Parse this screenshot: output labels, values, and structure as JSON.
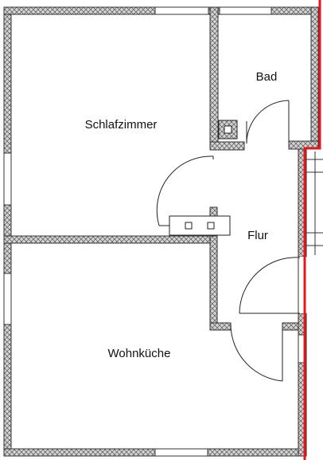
{
  "rooms": {
    "bedroom": "Schlafzimmer",
    "bathroom": "Bad",
    "hallway": "Flur",
    "kitchen": "Wohnküche"
  },
  "colors": {
    "wall_fill": "#cfcfcf",
    "wall_stroke": "#333333",
    "line": "#333333",
    "boundary": "#e8161b",
    "background": "#ffffff"
  }
}
